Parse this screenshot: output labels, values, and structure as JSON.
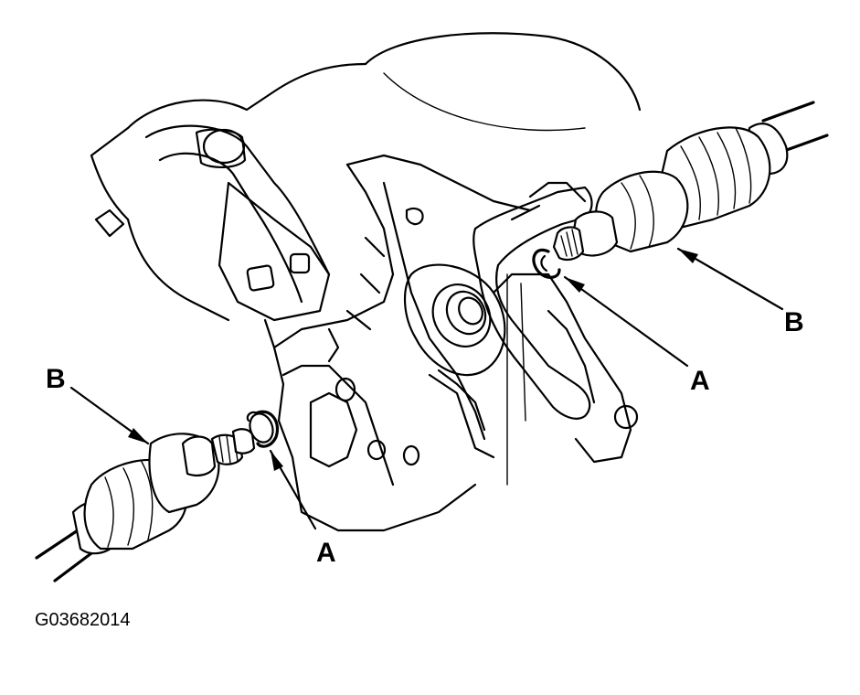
{
  "diagram": {
    "callouts": [
      {
        "id": "a-right",
        "text": "A"
      },
      {
        "id": "b-right",
        "text": "B"
      },
      {
        "id": "a-left",
        "text": "A"
      },
      {
        "id": "b-left",
        "text": "B"
      }
    ],
    "figure_id": "G03682014"
  }
}
